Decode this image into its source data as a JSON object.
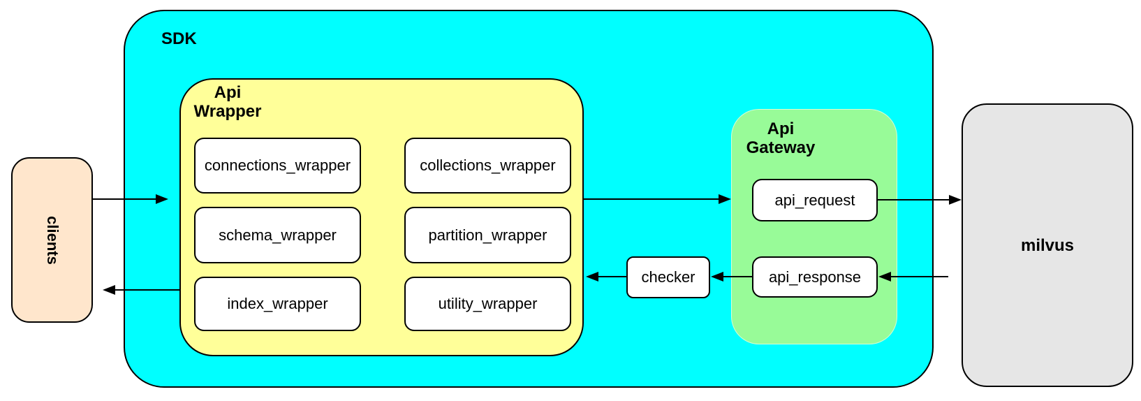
{
  "colors": {
    "canvas_bg": "#ffffff",
    "sdk_fill": "#00ffff",
    "wrapper_fill": "#ffff99",
    "gateway_fill": "#98fb98",
    "clients_fill": "#ffe6cc",
    "milvus_fill": "#e6e6e6",
    "node_fill": "#ffffff",
    "stroke": "#000000"
  },
  "diagram": {
    "clients": {
      "label": "clients"
    },
    "sdk": {
      "label": "SDK",
      "api_wrapper": {
        "label_line1": "Api",
        "label_line2": "Wrapper",
        "boxes": [
          "connections_wrapper",
          "collections_wrapper",
          "schema_wrapper",
          "partition_wrapper",
          "index_wrapper",
          "utility_wrapper"
        ]
      },
      "checker": {
        "label": "checker"
      },
      "api_gateway": {
        "label_line1": "Api",
        "label_line2": "Gateway",
        "boxes": [
          "api_request",
          "api_response"
        ]
      }
    },
    "milvus": {
      "label": "milvus"
    }
  }
}
